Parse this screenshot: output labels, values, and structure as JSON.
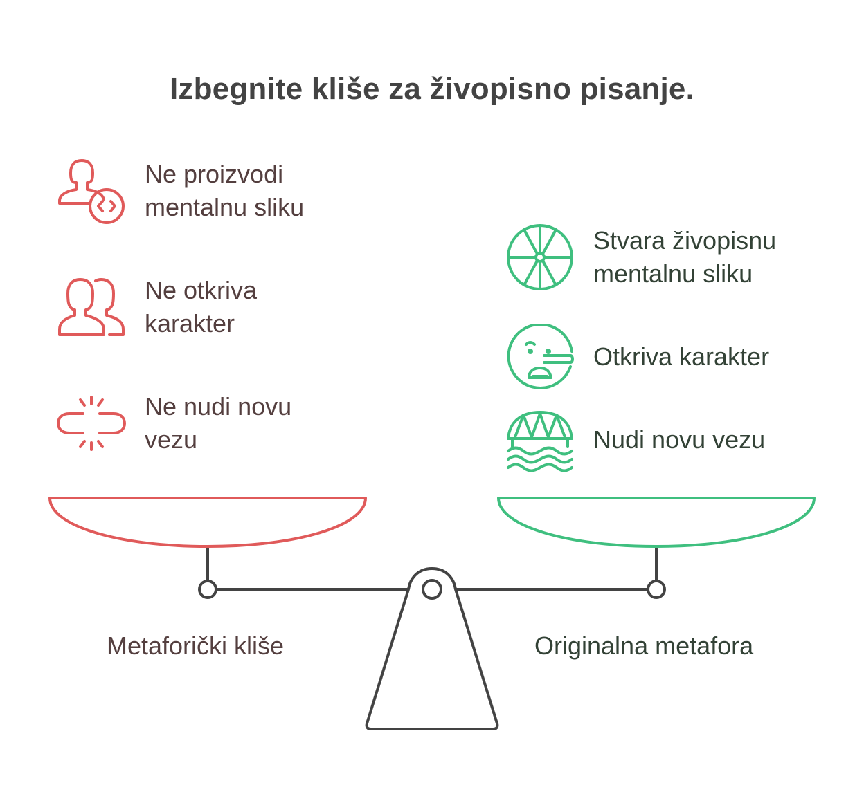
{
  "title": "Izbegnite kliše za živopisno pisanje.",
  "colors": {
    "negative": "#e05a5a",
    "positive": "#3fbf7f",
    "dark": "#434343",
    "negative_text": "#543f3f",
    "positive_text": "#334236"
  },
  "left": {
    "label": "Metaforički kliše",
    "items": [
      {
        "icon": "user-code-icon",
        "text": "Ne proizvodi\nmentalnu sliku"
      },
      {
        "icon": "users-icon",
        "text": "Ne otkriva\nkarakter"
      },
      {
        "icon": "broken-link-icon",
        "text": "Ne nudi novu\nvezu"
      }
    ]
  },
  "right": {
    "label": "Originalna metafora",
    "items": [
      {
        "icon": "wheel-icon",
        "text": "Stvara živopisnu\nmentalnu sliku"
      },
      {
        "icon": "lying-face-icon",
        "text": "Otkriva karakter"
      },
      {
        "icon": "bridge-icon",
        "text": "Nudi novu vezu"
      }
    ]
  }
}
